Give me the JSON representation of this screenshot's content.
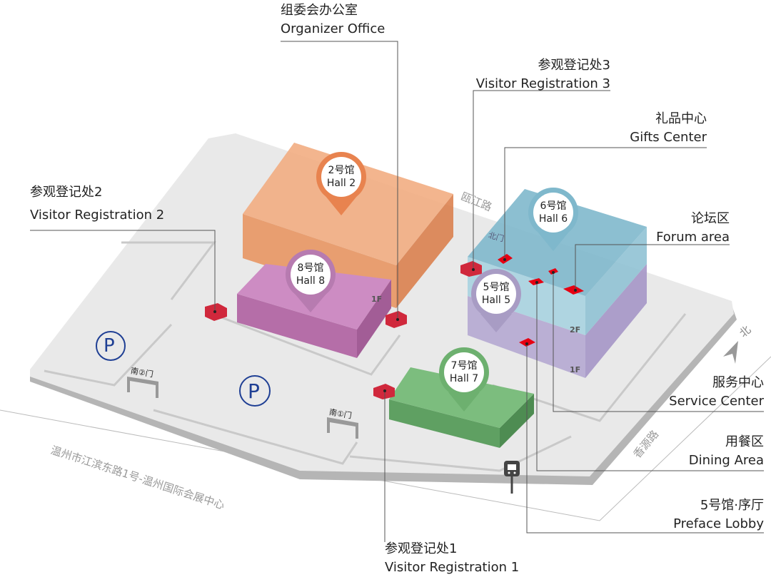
{
  "callouts": {
    "organizer_office": {
      "zh": "组委会办公室",
      "en": "Organizer Office"
    },
    "visitor_reg_3": {
      "zh": "参观登记处3",
      "en": "Visitor Registration 3"
    },
    "gifts_center": {
      "zh": "礼品中心",
      "en": "Gifts Center"
    },
    "visitor_reg_2": {
      "zh": "参观登记处2",
      "en": "Visitor Registration 2"
    },
    "forum_area": {
      "zh": "论坛区",
      "en": "Forum area"
    },
    "service_center": {
      "zh": "服务中心",
      "en": "Service Center"
    },
    "dining_area": {
      "zh": "用餐区",
      "en": "Dining Area"
    },
    "preface_lobby": {
      "zh": "5号馆·序厅",
      "en": "Preface Lobby"
    },
    "visitor_reg_1": {
      "zh": "参观登记处1",
      "en": "Visitor Registration 1"
    }
  },
  "halls": [
    {
      "zh": "2号馆",
      "en": "Hall 2",
      "color": "#e8834f"
    },
    {
      "zh": "8号馆",
      "en": "Hall 8",
      "color": "#b77bb0"
    },
    {
      "zh": "6号馆",
      "en": "Hall 6",
      "color": "#7fb8cc"
    },
    {
      "zh": "5号馆",
      "en": "Hall 5",
      "color": "#a89cc4"
    },
    {
      "zh": "7号馆",
      "en": "Hall 7",
      "color": "#6db06f"
    }
  ],
  "roads": {
    "ou_jiang": "瓯江路",
    "main_address": "温州市江滨东路1号-温州国际会展中心",
    "xiang_yuan": "香源路"
  },
  "gates": {
    "north": "北门",
    "south1": "南①门",
    "south2": "南②门"
  },
  "floors": {
    "f1": "1F",
    "f2": "2F"
  },
  "parking_symbol": "P",
  "north_label": "北",
  "colors": {
    "marker_red": "#e60012",
    "parking_blue": "#1f3f94"
  }
}
